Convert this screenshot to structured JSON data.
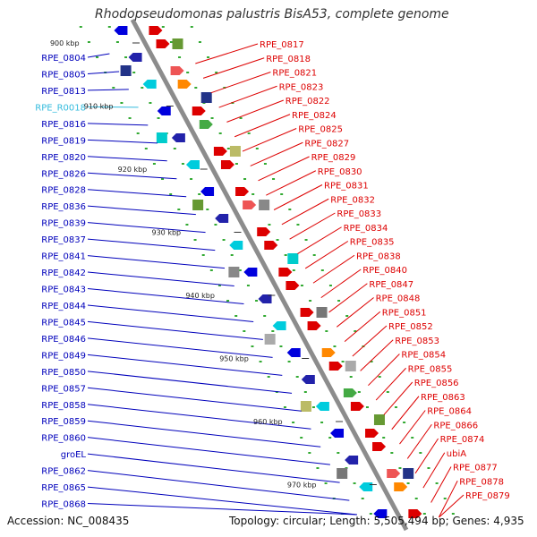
{
  "title": "Rhodopseudomonas palustris BisA53, complete genome",
  "footer": {
    "accession": "Accession: NC_008435",
    "summary": "Topology: circular; Length: 5,505,494 bp; Genes: 4,935"
  },
  "colors": {
    "backbone": "#8c8c8c",
    "forward_label": "#dd0000",
    "reverse_label": "#0000bb",
    "rna_label": "#33bbdd",
    "tick": "#33aa33"
  },
  "kbp_markers": [
    "900 kbp",
    "910 kbp",
    "920 kbp",
    "930 kbp",
    "940 kbp",
    "950 kbp",
    "960 kbp",
    "970 kbp"
  ],
  "left_labels": [
    {
      "text": "RPE_0804",
      "kind": "reverse"
    },
    {
      "text": "RPE_0805",
      "kind": "reverse"
    },
    {
      "text": "RPE_0813",
      "kind": "reverse"
    },
    {
      "text": "RPE_R0018",
      "kind": "rna"
    },
    {
      "text": "RPE_0816",
      "kind": "reverse"
    },
    {
      "text": "RPE_0819",
      "kind": "reverse"
    },
    {
      "text": "RPE_0820",
      "kind": "reverse"
    },
    {
      "text": "RPE_0826",
      "kind": "reverse"
    },
    {
      "text": "RPE_0828",
      "kind": "reverse"
    },
    {
      "text": "RPE_0836",
      "kind": "reverse"
    },
    {
      "text": "RPE_0839",
      "kind": "reverse"
    },
    {
      "text": "RPE_0837",
      "kind": "reverse"
    },
    {
      "text": "RPE_0841",
      "kind": "reverse"
    },
    {
      "text": "RPE_0842",
      "kind": "reverse"
    },
    {
      "text": "RPE_0843",
      "kind": "reverse"
    },
    {
      "text": "RPE_0844",
      "kind": "reverse"
    },
    {
      "text": "RPE_0845",
      "kind": "reverse"
    },
    {
      "text": "RPE_0846",
      "kind": "reverse"
    },
    {
      "text": "RPE_0849",
      "kind": "reverse"
    },
    {
      "text": "RPE_0850",
      "kind": "reverse"
    },
    {
      "text": "RPE_0857",
      "kind": "reverse"
    },
    {
      "text": "RPE_0858",
      "kind": "reverse"
    },
    {
      "text": "RPE_0859",
      "kind": "reverse"
    },
    {
      "text": "RPE_0860",
      "kind": "reverse"
    },
    {
      "text": "groEL",
      "kind": "reverse"
    },
    {
      "text": "RPE_0862",
      "kind": "reverse"
    },
    {
      "text": "RPE_0865",
      "kind": "reverse"
    },
    {
      "text": "RPE_0868",
      "kind": "reverse"
    }
  ],
  "right_labels": [
    {
      "text": "RPE_0817",
      "kind": "forward"
    },
    {
      "text": "RPE_0818",
      "kind": "forward"
    },
    {
      "text": "RPE_0821",
      "kind": "forward"
    },
    {
      "text": "RPE_0823",
      "kind": "forward"
    },
    {
      "text": "RPE_0822",
      "kind": "forward"
    },
    {
      "text": "RPE_0824",
      "kind": "forward"
    },
    {
      "text": "RPE_0825",
      "kind": "forward"
    },
    {
      "text": "RPE_0827",
      "kind": "forward"
    },
    {
      "text": "RPE_0829",
      "kind": "forward"
    },
    {
      "text": "RPE_0830",
      "kind": "forward"
    },
    {
      "text": "RPE_0831",
      "kind": "forward"
    },
    {
      "text": "RPE_0832",
      "kind": "forward"
    },
    {
      "text": "RPE_0833",
      "kind": "forward"
    },
    {
      "text": "RPE_0834",
      "kind": "forward"
    },
    {
      "text": "RPE_0835",
      "kind": "forward"
    },
    {
      "text": "RPE_0838",
      "kind": "forward"
    },
    {
      "text": "RPE_0840",
      "kind": "forward"
    },
    {
      "text": "RPE_0847",
      "kind": "forward"
    },
    {
      "text": "RPE_0848",
      "kind": "forward"
    },
    {
      "text": "RPE_0851",
      "kind": "forward"
    },
    {
      "text": "RPE_0852",
      "kind": "forward"
    },
    {
      "text": "RPE_0853",
      "kind": "forward"
    },
    {
      "text": "RPE_0854",
      "kind": "forward"
    },
    {
      "text": "RPE_0855",
      "kind": "forward"
    },
    {
      "text": "RPE_0856",
      "kind": "forward"
    },
    {
      "text": "RPE_0863",
      "kind": "forward"
    },
    {
      "text": "RPE_0864",
      "kind": "forward"
    },
    {
      "text": "RPE_0866",
      "kind": "forward"
    },
    {
      "text": "RPE_0874",
      "kind": "forward"
    },
    {
      "text": "ubiA",
      "kind": "forward"
    },
    {
      "text": "RPE_0877",
      "kind": "forward"
    },
    {
      "text": "RPE_0878",
      "kind": "forward"
    },
    {
      "text": "RPE_0879",
      "kind": "forward"
    }
  ]
}
